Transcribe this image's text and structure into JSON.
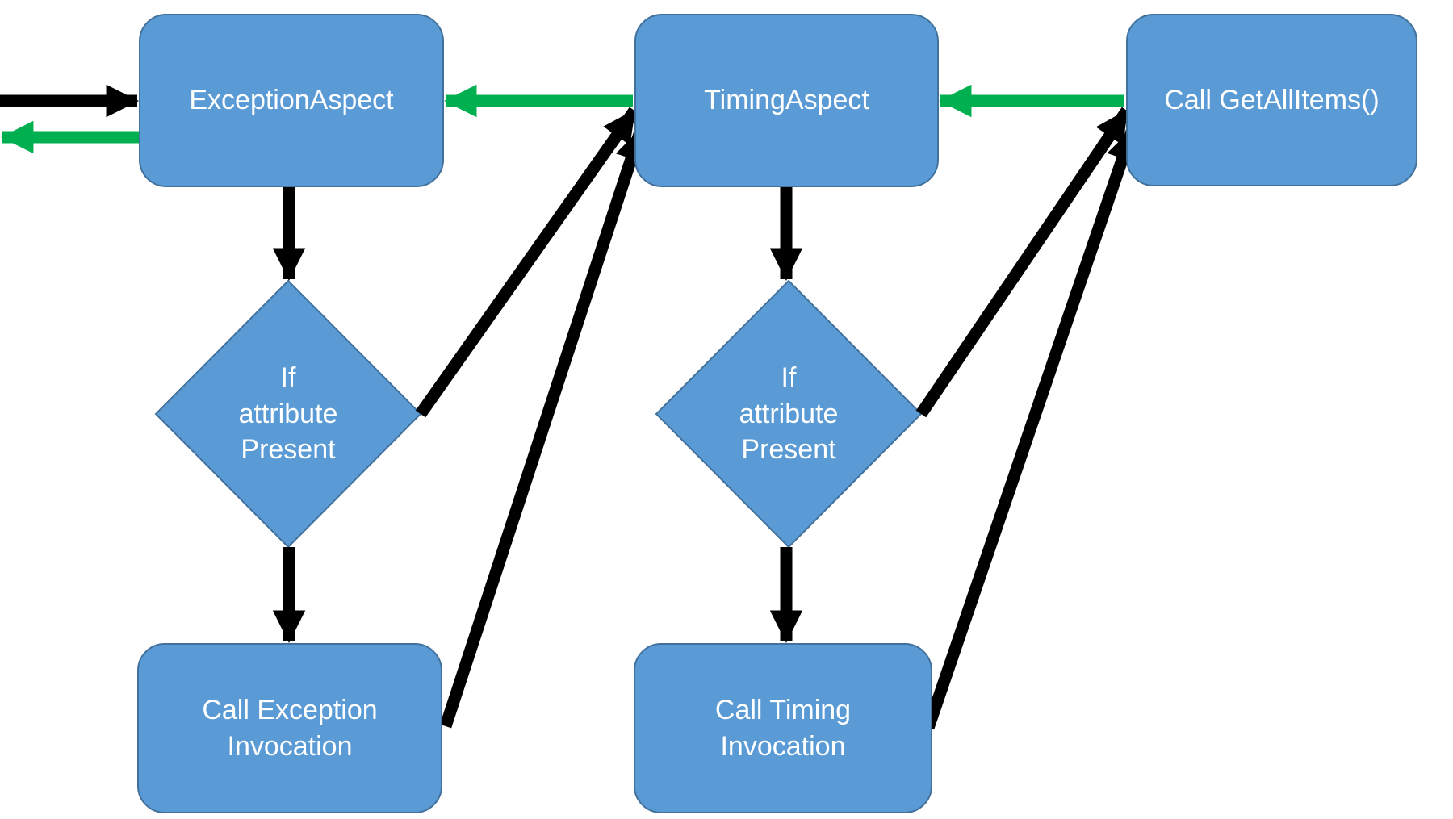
{
  "diagram": {
    "nodes": {
      "exception_aspect": {
        "label": "ExceptionAspect",
        "shape": "rounded-rectangle"
      },
      "timing_aspect": {
        "label": "TimingAspect",
        "shape": "rounded-rectangle"
      },
      "call_get_all_items": {
        "label": "Call GetAllItems()",
        "shape": "rounded-rectangle"
      },
      "decision_exception": {
        "label": "If\nattribute\nPresent",
        "shape": "diamond"
      },
      "decision_timing": {
        "label": "If\nattribute\nPresent",
        "shape": "diamond"
      },
      "call_exception_invocation": {
        "label": "Call Exception\nInvocation",
        "shape": "rounded-rectangle"
      },
      "call_timing_invocation": {
        "label": "Call Timing\nInvocation",
        "shape": "rounded-rectangle"
      }
    },
    "edges": [
      {
        "from": "caller-offscreen-left",
        "to": "exception_aspect",
        "color": "black",
        "kind": "call"
      },
      {
        "from": "exception_aspect",
        "to": "caller-offscreen-left",
        "color": "green",
        "kind": "return"
      },
      {
        "from": "timing_aspect",
        "to": "exception_aspect",
        "color": "green",
        "kind": "return"
      },
      {
        "from": "call_get_all_items",
        "to": "timing_aspect",
        "color": "green",
        "kind": "return"
      },
      {
        "from": "exception_aspect",
        "to": "decision_exception",
        "color": "black",
        "kind": "call"
      },
      {
        "from": "decision_exception",
        "to": "call_exception_invocation",
        "color": "black",
        "kind": "call"
      },
      {
        "from": "decision_exception",
        "to": "timing_aspect",
        "color": "black",
        "kind": "call"
      },
      {
        "from": "call_exception_invocation",
        "to": "timing_aspect",
        "color": "black",
        "kind": "call"
      },
      {
        "from": "timing_aspect",
        "to": "decision_timing",
        "color": "black",
        "kind": "call"
      },
      {
        "from": "decision_timing",
        "to": "call_timing_invocation",
        "color": "black",
        "kind": "call"
      },
      {
        "from": "decision_timing",
        "to": "call_get_all_items",
        "color": "black",
        "kind": "call"
      },
      {
        "from": "call_timing_invocation",
        "to": "call_get_all_items",
        "color": "black",
        "kind": "call"
      }
    ],
    "colors": {
      "node_fill": "#5b9bd5",
      "node_border": "#41719c",
      "node_text": "#ffffff",
      "arrow_call": "#000000",
      "arrow_return": "#00b050",
      "background": "#ffffff"
    }
  }
}
